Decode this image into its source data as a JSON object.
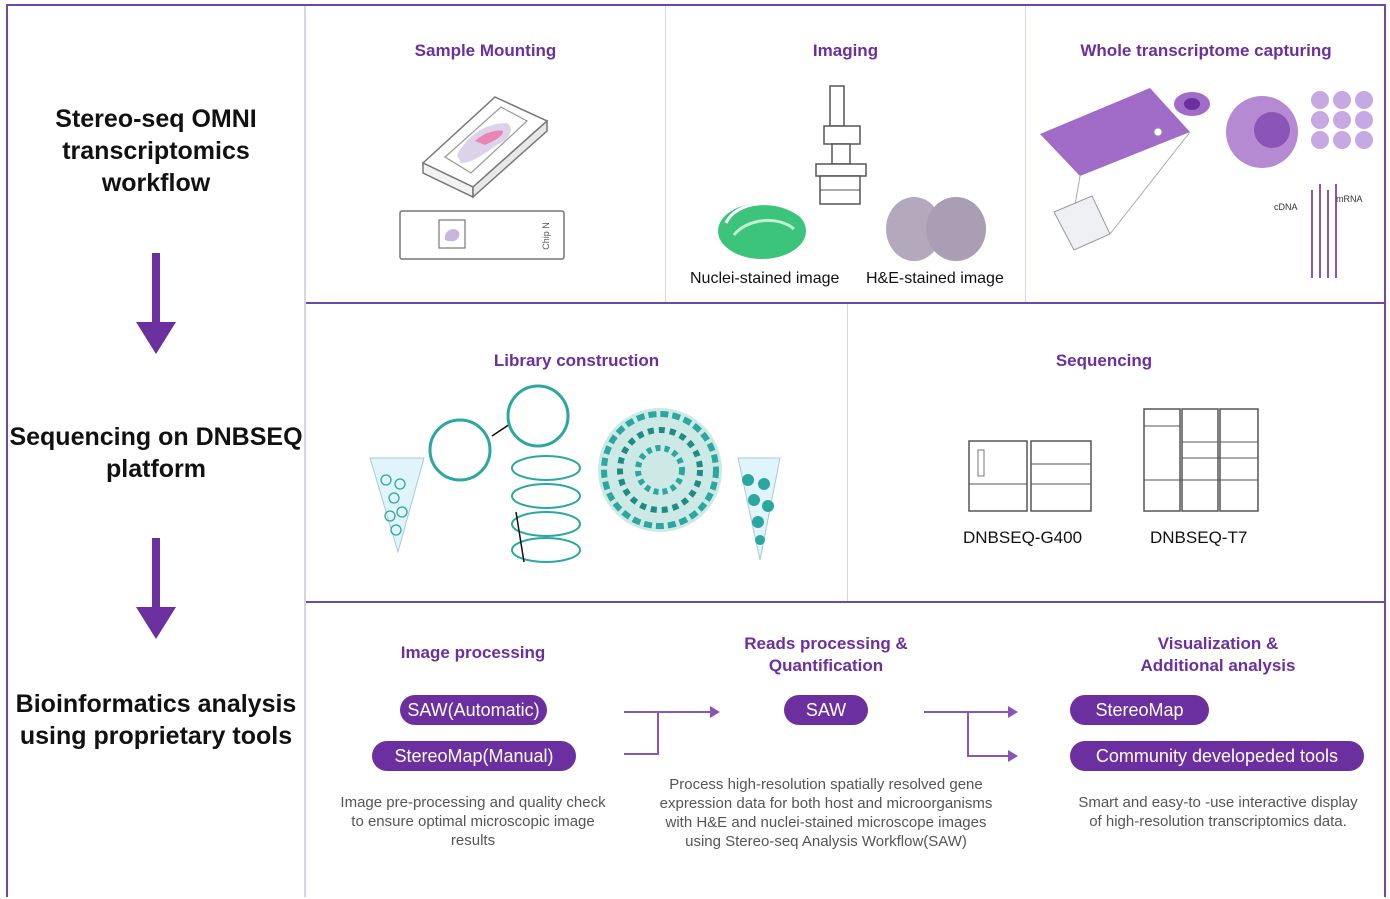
{
  "left": {
    "step1": "Stereo-seq OMNI transcriptomics workflow",
    "step2": "Sequencing on DNBSEQ platform",
    "step3": "Bioinformatics analysis using proprietary tools"
  },
  "top_row": {
    "sample_mounting": {
      "title": "Sample Mounting",
      "chip_label": "Chip N"
    },
    "imaging": {
      "title": "Imaging",
      "nuclei_label": "Nuclei-stained image",
      "he_label": "H&E-stained image"
    },
    "whole_transcriptome": {
      "title": "Whole transcriptome capturing",
      "cdna_label": "cDNA",
      "mrna_label": "mRNA"
    }
  },
  "middle_row": {
    "library": {
      "title": "Library construction"
    },
    "sequencing": {
      "title": "Sequencing",
      "g400_label": "DNBSEQ-G400",
      "t7_label": "DNBSEQ-T7"
    }
  },
  "bottom_row": {
    "image_processing": {
      "title": "Image processing",
      "tool1": "SAW(Automatic)",
      "tool2": "StereoMap(Manual)",
      "description": "Image pre-processing and quality check to ensure optimal microscopic image results"
    },
    "reads_processing": {
      "title_line1": "Reads processing &",
      "title_line2": "Quantification",
      "tool1": "SAW",
      "description": "Process high-resolution spatially resolved gene expression data for both host and microorganisms with H&E and nuclei-stained microscope images using Stereo-seq Analysis Workflow(SAW)"
    },
    "visualization": {
      "title_line1": "Visualization &",
      "title_line2": "Additional analysis",
      "tool1": "StereoMap",
      "tool2": "Community developeded tools",
      "description": "Smart and easy-to -use interactive display of high-resolution transcriptomics data."
    }
  },
  "colors": {
    "purple": "#6b2fa0",
    "frame": "#6a4aa8",
    "teal": "#2aa7a0",
    "green": "#3cc47a",
    "lavender": "#a06cc8"
  }
}
